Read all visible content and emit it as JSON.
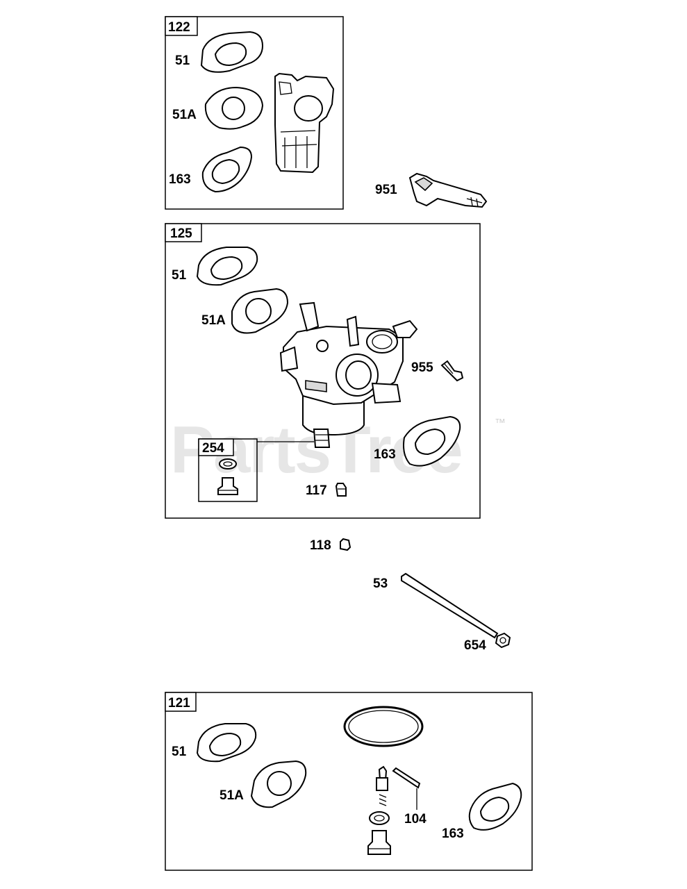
{
  "watermark": {
    "text": "PartsTree",
    "trademark": "™"
  },
  "kits": {
    "k122": {
      "id": "122",
      "labels": {
        "a": "51",
        "b": "51A",
        "c": "163"
      }
    },
    "k125": {
      "id": "125",
      "labels": {
        "a": "51",
        "b": "51A",
        "c": "955",
        "d": "163",
        "e": "117"
      }
    },
    "k254": {
      "id": "254"
    },
    "k121": {
      "id": "121",
      "labels": {
        "a": "51",
        "b": "51A",
        "c": "104",
        "d": "163"
      }
    }
  },
  "loose_parts": {
    "p951": "951",
    "p118": "118",
    "p53": "53",
    "p654": "654"
  },
  "colors": {
    "line": "#000000",
    "watermark": "#e6e6e6",
    "shade": "#d9d9d9"
  }
}
